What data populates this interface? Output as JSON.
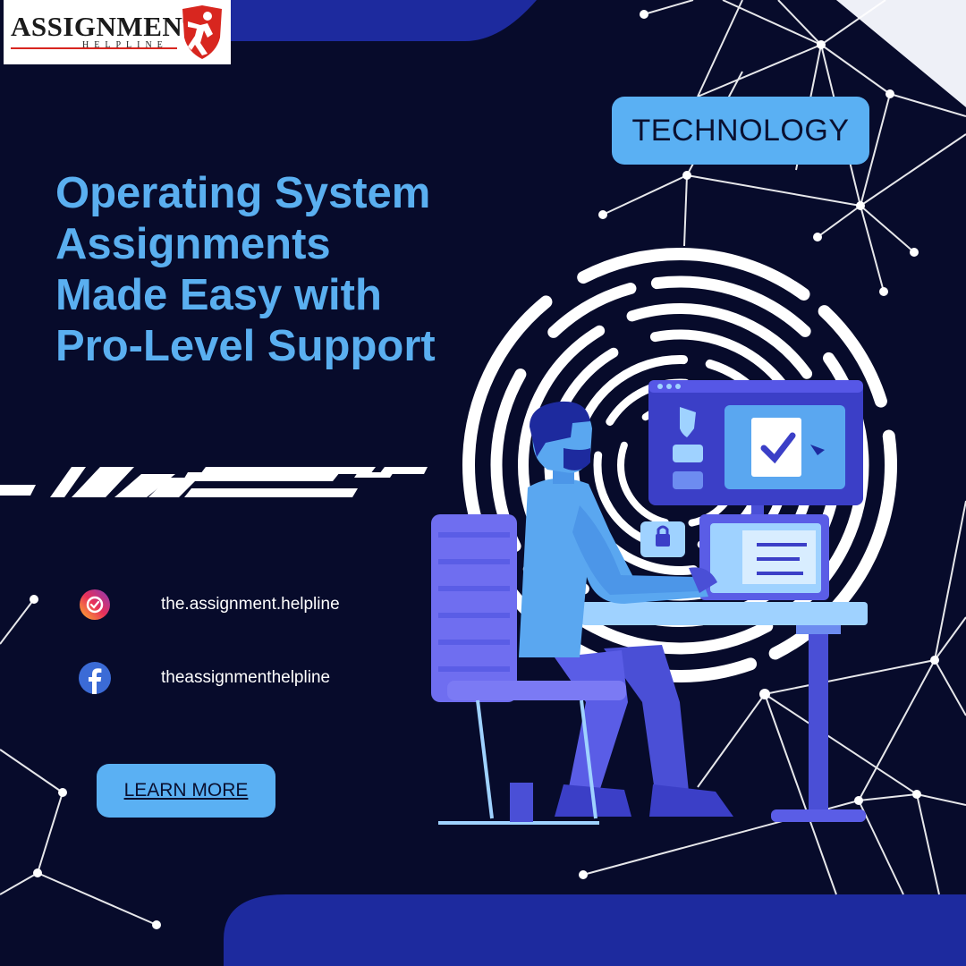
{
  "brand": {
    "name": "ASSIGNMENT",
    "tagline": "HELPLINE"
  },
  "category_tag": "TECHNOLOGY",
  "headline": {
    "lines": [
      "Operating System",
      "Assignments",
      "Made Easy with",
      "Pro-Level Support"
    ]
  },
  "social": {
    "instagram": {
      "handle": "the.assignment.helpline",
      "icon": "instagram-icon"
    },
    "facebook": {
      "handle": "theassignmenthelpline",
      "icon": "facebook-icon"
    }
  },
  "cta": {
    "label": "LEARN MORE"
  },
  "colors": {
    "background": "#070b2b",
    "accent_blue": "#5ab0f3",
    "deep_blue": "#1d2a9e",
    "brand_red": "#d8261f",
    "illustration_purple": "#6f6ef0",
    "text_white": "#ffffff"
  }
}
